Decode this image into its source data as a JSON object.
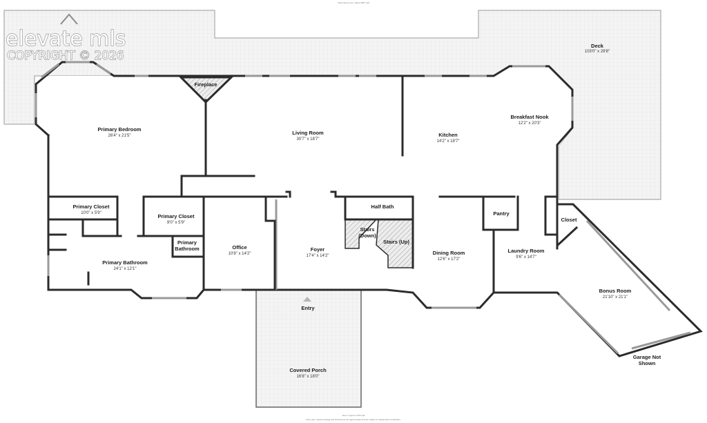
{
  "header_note": "Total interior (exc. stairs) 3827 sqft",
  "watermark": {
    "brand": "elevate mls",
    "copyright": "COPYRIGHT © 2026"
  },
  "rooms": {
    "deck": {
      "name": "Deck",
      "dims": "103'0\" x 29'8\""
    },
    "fireplace": {
      "name": "Fireplace"
    },
    "primary_bedroom": {
      "name": "Primary Bedroom",
      "dims": "26'4\" x 21'5\""
    },
    "living_room": {
      "name": "Living Room",
      "dims": "30'7\" x 18'7\""
    },
    "kitchen": {
      "name": "Kitchen",
      "dims": "14'2\" x 18'7\""
    },
    "breakfast_nook": {
      "name": "Breakfast Nook",
      "dims": "12'2\" x 20'3\""
    },
    "primary_closet_1": {
      "name": "Primary Closet",
      "dims": "10'0\" x 5'9\""
    },
    "primary_closet_2": {
      "name": "Primary Closet",
      "dims": "9'0\" x 5'9\""
    },
    "half_bath": {
      "name": "Half Bath"
    },
    "pantry": {
      "name": "Pantry"
    },
    "closet": {
      "name": "Closet"
    },
    "primary_bathroom_small": {
      "name_line1": "Primary",
      "name_line2": "Bathroom"
    },
    "stairs_down": {
      "name_line1": "Stairs",
      "name_line2": "(Down)"
    },
    "stairs_up": {
      "name": "Stairs (Up)"
    },
    "office": {
      "name": "Office",
      "dims": "10'8\" x 14'2\""
    },
    "foyer": {
      "name": "Foyer",
      "dims": "17'4\" x 14'2\""
    },
    "dining_room": {
      "name": "Dining Room",
      "dims": "12'6\" x 17'2\""
    },
    "laundry_room": {
      "name": "Laundry Room",
      "dims": "9'6\" x 14'7\""
    },
    "primary_bathroom": {
      "name": "Primary Bathroom",
      "dims": "24'1\" x 12'1\""
    },
    "bonus_room": {
      "name": "Bonus Room",
      "dims": "21'10\" x 21'1\""
    },
    "entry": {
      "name": "Entry"
    },
    "covered_porch": {
      "name": "Covered Porch",
      "dims": "16'8\" x 18'0\""
    },
    "garage": {
      "name_line1": "Garage Not",
      "name_line2": "Shown"
    }
  },
  "footer": {
    "floor_note": "Floor 1 approx 3726 sqft",
    "disclaimer": "Floor plan, square footage and dimensions are approximate and are subject to independent verification."
  }
}
